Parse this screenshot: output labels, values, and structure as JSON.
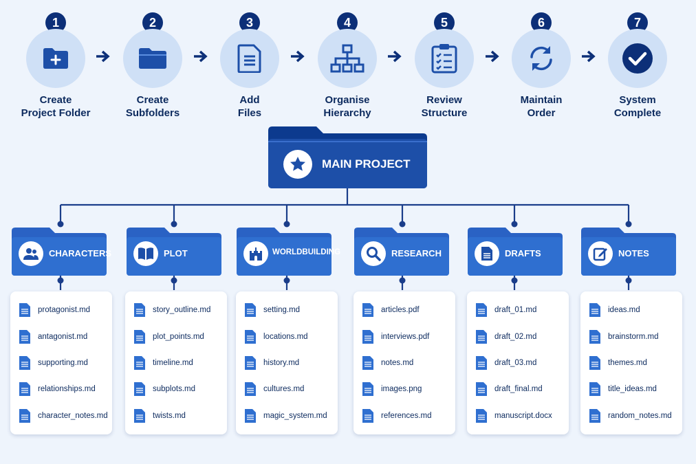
{
  "steps": [
    {
      "number": "1",
      "line1": "Create",
      "line2": "Project Folder",
      "icon": "folder-plus-icon"
    },
    {
      "number": "2",
      "line1": "Create",
      "line2": "Subfolders",
      "icon": "folder-icon"
    },
    {
      "number": "3",
      "line1": "Add",
      "line2": "Files",
      "icon": "document-icon"
    },
    {
      "number": "4",
      "line1": "Organise",
      "line2": "Hierarchy",
      "icon": "hierarchy-icon"
    },
    {
      "number": "5",
      "line1": "Review",
      "line2": "Structure",
      "icon": "checklist-icon"
    },
    {
      "number": "6",
      "line1": "Maintain",
      "line2": "Order",
      "icon": "sync-icon"
    },
    {
      "number": "7",
      "line1": "System",
      "line2": "Complete",
      "icon": "check-circle-icon"
    }
  ],
  "main_project": {
    "label": "MAIN PROJECT",
    "icon": "star-icon"
  },
  "categories": [
    {
      "label": "CHARACTERS",
      "icon": "users-icon",
      "files": [
        "protagonist.md",
        "antagonist.md",
        "supporting.md",
        "relationships.md",
        "character_notes.md"
      ]
    },
    {
      "label": "PLOT",
      "icon": "book-icon",
      "files": [
        "story_outline.md",
        "plot_points.md",
        "timeline.md",
        "subplots.md",
        "twists.md"
      ]
    },
    {
      "label": "WORLDBUILDING",
      "icon": "castle-icon",
      "files": [
        "setting.md",
        "locations.md",
        "history.md",
        "cultures.md",
        "magic_system.md"
      ]
    },
    {
      "label": "RESEARCH",
      "icon": "search-icon",
      "files": [
        "articles.pdf",
        "interviews.pdf",
        "notes.md",
        "images.png",
        "references.md"
      ]
    },
    {
      "label": "DRAFTS",
      "icon": "document-icon",
      "files": [
        "draft_01.md",
        "draft_02.md",
        "draft_03.md",
        "draft_final.md",
        "manuscript.docx"
      ]
    },
    {
      "label": "NOTES",
      "icon": "edit-icon",
      "files": [
        "ideas.md",
        "brainstorm.md",
        "themes.md",
        "title_ideas.md",
        "random_notes.md"
      ]
    }
  ],
  "colors": {
    "primary": "#1d4fa8",
    "dark": "#0c2f78",
    "light_circle": "#cfe0f6",
    "background": "#eef4fc",
    "file_icon": "#2f6fd0"
  }
}
